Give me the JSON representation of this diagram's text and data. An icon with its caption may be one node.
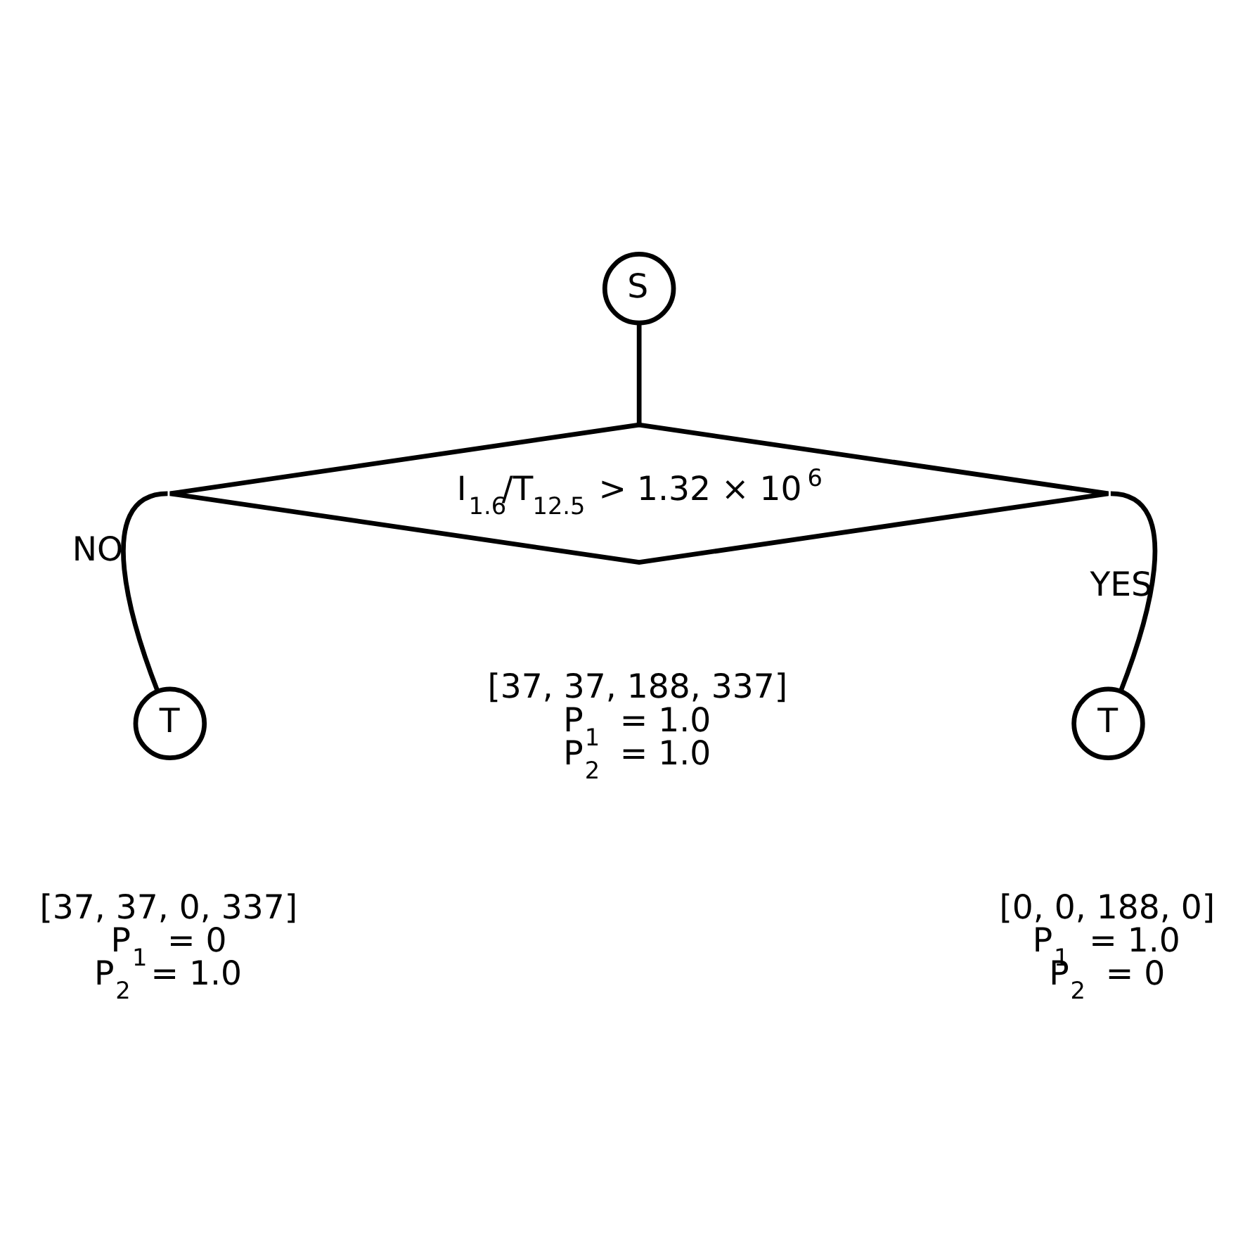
{
  "diagram": {
    "nodes": [
      {
        "text": [
          "S"
        ]
      },
      {
        "text": [
          "I$_{1.6}$/T$_{12.5}$ > 1.32 × 10$^{6}$"
        ],
        "beside": [
          "[37, 37, 188, 337]",
          "P$_{1}$ = 1.0",
          "P$_{2}$ = 1.0"
        ]
      },
      {
        "text": [
          "T"
        ],
        "beside": [
          "[37, 37, 0, 337]",
          "P$_{1}$ = 0",
          "P$_{2}$ = 1.0"
        ]
      },
      {
        "text": [
          "T"
        ],
        "beside": [
          "[0, 0, 188, 0]",
          "P$_{1}$ = 1.0",
          "P$_{2}$ = 0"
        ]
      }
    ],
    "edges": [
      {
        "from": 0,
        "to": 1,
        "arrow": "none"
      },
      {
        "from": 1,
        "to": 2,
        "arrow": "none",
        "label": "NO"
      },
      {
        "from": 1,
        "to": 3,
        "arrow": "none",
        "label": "YES"
      }
    ]
  }
}
